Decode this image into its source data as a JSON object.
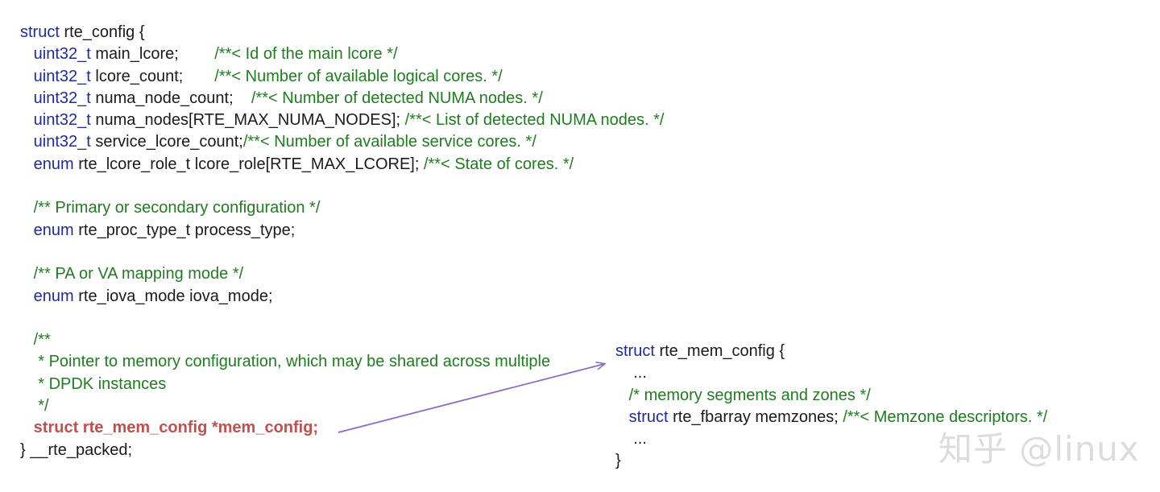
{
  "left_code": [
    [
      {
        "t": "kw",
        "v": "struct"
      },
      {
        "t": "tx",
        "v": " rte_config {"
      }
    ],
    [
      {
        "t": "tx",
        "v": "   "
      },
      {
        "t": "kw",
        "v": "uint32_t"
      },
      {
        "t": "tx",
        "v": " main_lcore;        "
      },
      {
        "t": "cm",
        "v": "/**< Id of the main lcore */"
      }
    ],
    [
      {
        "t": "tx",
        "v": "   "
      },
      {
        "t": "kw",
        "v": "uint32_t"
      },
      {
        "t": "tx",
        "v": " lcore_count;       "
      },
      {
        "t": "cm",
        "v": "/**< Number of available logical cores. */"
      }
    ],
    [
      {
        "t": "tx",
        "v": "   "
      },
      {
        "t": "kw",
        "v": "uint32_t"
      },
      {
        "t": "tx",
        "v": " numa_node_count;    "
      },
      {
        "t": "cm",
        "v": "/**< Number of detected NUMA nodes. */"
      }
    ],
    [
      {
        "t": "tx",
        "v": "   "
      },
      {
        "t": "kw",
        "v": "uint32_t"
      },
      {
        "t": "tx",
        "v": " numa_nodes[RTE_MAX_NUMA_NODES]; "
      },
      {
        "t": "cm",
        "v": "/**< List of detected NUMA nodes. */"
      }
    ],
    [
      {
        "t": "tx",
        "v": "   "
      },
      {
        "t": "kw",
        "v": "uint32_t"
      },
      {
        "t": "tx",
        "v": " service_lcore_count;"
      },
      {
        "t": "cm",
        "v": "/**< Number of available service cores. */"
      }
    ],
    [
      {
        "t": "tx",
        "v": "   "
      },
      {
        "t": "kw",
        "v": "enum"
      },
      {
        "t": "tx",
        "v": " rte_lcore_role_t lcore_role[RTE_MAX_LCORE]; "
      },
      {
        "t": "cm",
        "v": "/**< State of cores. */"
      }
    ],
    [
      {
        "t": "tx",
        "v": ""
      }
    ],
    [
      {
        "t": "tx",
        "v": "   "
      },
      {
        "t": "cm",
        "v": "/** Primary or secondary configuration */"
      }
    ],
    [
      {
        "t": "tx",
        "v": "   "
      },
      {
        "t": "kw",
        "v": "enum"
      },
      {
        "t": "tx",
        "v": " rte_proc_type_t process_type;"
      }
    ],
    [
      {
        "t": "tx",
        "v": ""
      }
    ],
    [
      {
        "t": "tx",
        "v": "   "
      },
      {
        "t": "cm",
        "v": "/** PA or VA mapping mode */"
      }
    ],
    [
      {
        "t": "tx",
        "v": "   "
      },
      {
        "t": "kw",
        "v": "enum"
      },
      {
        "t": "tx",
        "v": " rte_iova_mode iova_mode;"
      }
    ],
    [
      {
        "t": "tx",
        "v": ""
      }
    ],
    [
      {
        "t": "tx",
        "v": "   "
      },
      {
        "t": "cm",
        "v": "/**"
      }
    ],
    [
      {
        "t": "tx",
        "v": "    "
      },
      {
        "t": "cm",
        "v": "* Pointer to memory configuration, which may be shared across multiple"
      }
    ],
    [
      {
        "t": "tx",
        "v": "    "
      },
      {
        "t": "cm",
        "v": "* DPDK instances"
      }
    ],
    [
      {
        "t": "tx",
        "v": "    "
      },
      {
        "t": "cm",
        "v": "*/"
      }
    ],
    [
      {
        "t": "tx",
        "v": "   "
      },
      {
        "t": "hl",
        "v": "struct rte_mem_config *mem_config;"
      }
    ],
    [
      {
        "t": "tx",
        "v": "} __rte_packed;"
      }
    ]
  ],
  "right_code": [
    [
      {
        "t": "kw",
        "v": "struct"
      },
      {
        "t": "tx",
        "v": " rte_mem_config {"
      }
    ],
    [
      {
        "t": "tx",
        "v": "    ..."
      }
    ],
    [
      {
        "t": "tx",
        "v": "   "
      },
      {
        "t": "cm",
        "v": "/* memory segments and zones */"
      }
    ],
    [
      {
        "t": "tx",
        "v": "   "
      },
      {
        "t": "kw",
        "v": "struct"
      },
      {
        "t": "tx",
        "v": " rte_fbarray memzones; "
      },
      {
        "t": "cm",
        "v": "/**< Memzone descriptors. */"
      }
    ],
    [
      {
        "t": "tx",
        "v": "    ..."
      }
    ],
    [
      {
        "t": "tx",
        "v": "}"
      }
    ]
  ],
  "watermark": "知乎 @linux",
  "colors": {
    "keyword": "#1f2a9e",
    "comment": "#1e7d1e",
    "highlight": "#c0504d",
    "arrow": "#8a6cc7"
  }
}
